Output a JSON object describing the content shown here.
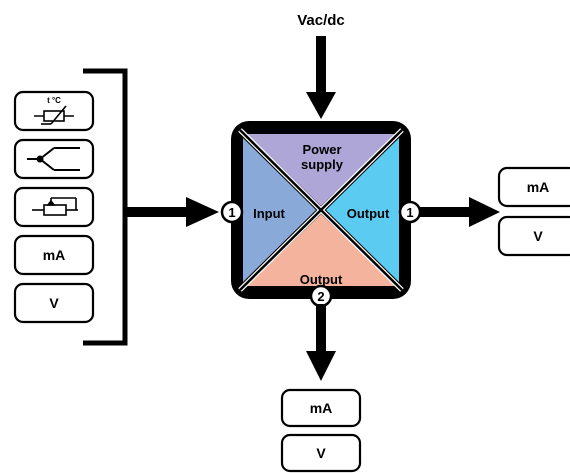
{
  "power": {
    "label": "Vac/dc"
  },
  "block": {
    "power_supply_line1": "Power",
    "power_supply_line2": "supply",
    "input_label": "Input",
    "output1_label": "Output",
    "output2_label": "Output",
    "input_marker": "1",
    "output1_marker": "1",
    "output2_marker": "2",
    "colors": {
      "power_supply": "#ADA6D6",
      "input": "#89A9D8",
      "output1": "#5CCBF2",
      "output2": "#F4B39C",
      "frame": "#000000"
    }
  },
  "inputs": {
    "thermoresistor_label": "t °C",
    "items": [
      "mA",
      "V"
    ]
  },
  "output1": {
    "items": [
      "mA",
      "V"
    ]
  },
  "output2": {
    "items": [
      "mA",
      "V"
    ]
  }
}
